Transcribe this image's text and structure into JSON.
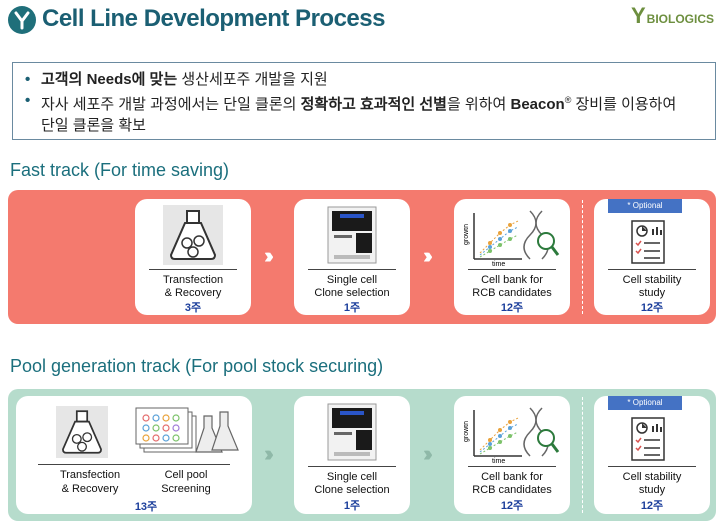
{
  "header": {
    "title": "Cell Line Development Process",
    "brand_mark": "Y",
    "brand_text": "BIOLOGICS"
  },
  "bullets": [
    {
      "part1": "고객의 Needs에 맞는",
      "part2": " 생산세포주 개발을 지원"
    },
    {
      "part1": "자사 세포주 개발 과정에서는 단일 클론의 ",
      "bold1": "정확하고 효과적인 선별",
      "part2": "을 위하여 ",
      "bold2": "Beacon",
      "sup": "®",
      "part3": " 장비를 이용하여",
      "line2": "단일 클론을 확보"
    }
  ],
  "fast_track": {
    "title": "Fast track (For time saving)",
    "steps": [
      {
        "label1": "Transfection",
        "label2": "& Recovery",
        "weeks": "3주"
      },
      {
        "label1": "Single cell",
        "label2": "Clone selection",
        "weeks": "1주"
      },
      {
        "label1": "Cell bank for",
        "label2": "RCB candidates",
        "weeks": "12주"
      },
      {
        "label1": "Cell stability",
        "label2": "study",
        "weeks": "12주",
        "badge": "* Optional"
      }
    ]
  },
  "pool_track": {
    "title": "Pool generation track (For pool stock securing)",
    "steps": [
      {
        "label1": "Transfection",
        "label2": "& Recovery",
        "label3": "Cell pool",
        "label4": "Screening",
        "weeks": "13주"
      },
      {
        "label1": "Single cell",
        "label2": "Clone selection",
        "weeks": "1주"
      },
      {
        "label1": "Cell bank for",
        "label2": "RCB candidates",
        "weeks": "12주"
      },
      {
        "label1": "Cell stability",
        "label2": "study",
        "weeks": "12주",
        "badge": "* Optional"
      }
    ]
  },
  "chart_axis": {
    "y": "growth",
    "x": "time"
  },
  "icons": {
    "flask": "flask-icon",
    "beacon": "beacon-instrument-icon",
    "growth_chart": "growth-chart-icon",
    "report": "report-checklist-icon",
    "plates": "well-plate-icon",
    "arrow": "double-chevron-icon"
  },
  "colors": {
    "title": "#1b5f73",
    "fast_track_bg": "#f47a6e",
    "pool_track_bg": "#b6dccc",
    "weeks_text": "#1c3f9c",
    "optional_badge": "#4472c4"
  }
}
